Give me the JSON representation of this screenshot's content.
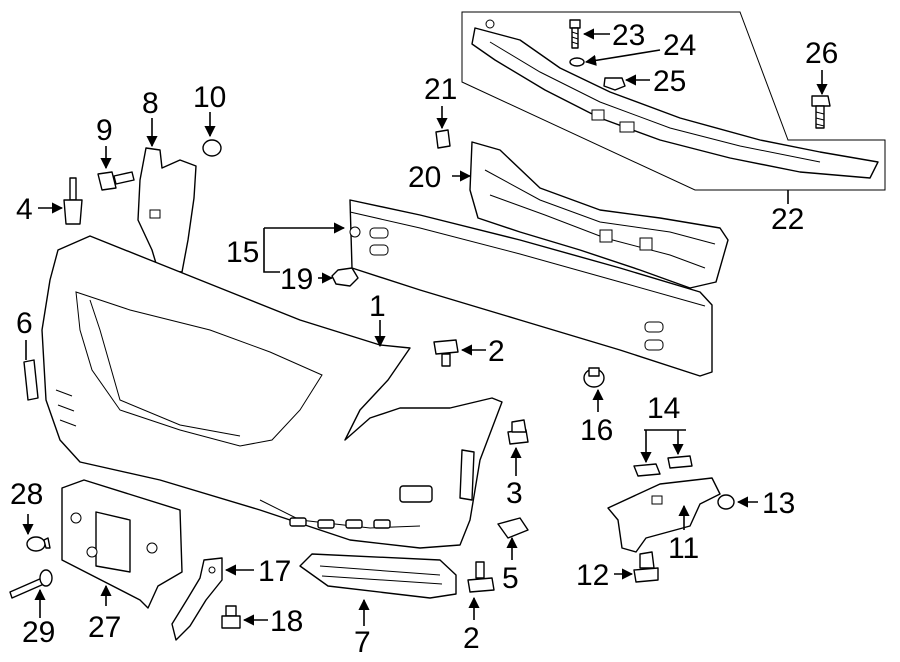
{
  "callouts": {
    "c1": "1",
    "c2a": "2",
    "c2b": "2",
    "c3": "3",
    "c4": "4",
    "c5": "5",
    "c6": "6",
    "c7": "7",
    "c8": "8",
    "c9": "9",
    "c10": "10",
    "c11": "11",
    "c12": "12",
    "c13": "13",
    "c14": "14",
    "c15": "15",
    "c16": "16",
    "c17": "17",
    "c18": "18",
    "c19": "19",
    "c20": "20",
    "c21": "21",
    "c22": "22",
    "c23": "23",
    "c24": "24",
    "c25": "25",
    "c26": "26",
    "c27": "27",
    "c28": "28",
    "c29": "29"
  },
  "colors": {
    "line": "#000000",
    "background": "#ffffff",
    "part_shade": "#f4f4f4"
  }
}
